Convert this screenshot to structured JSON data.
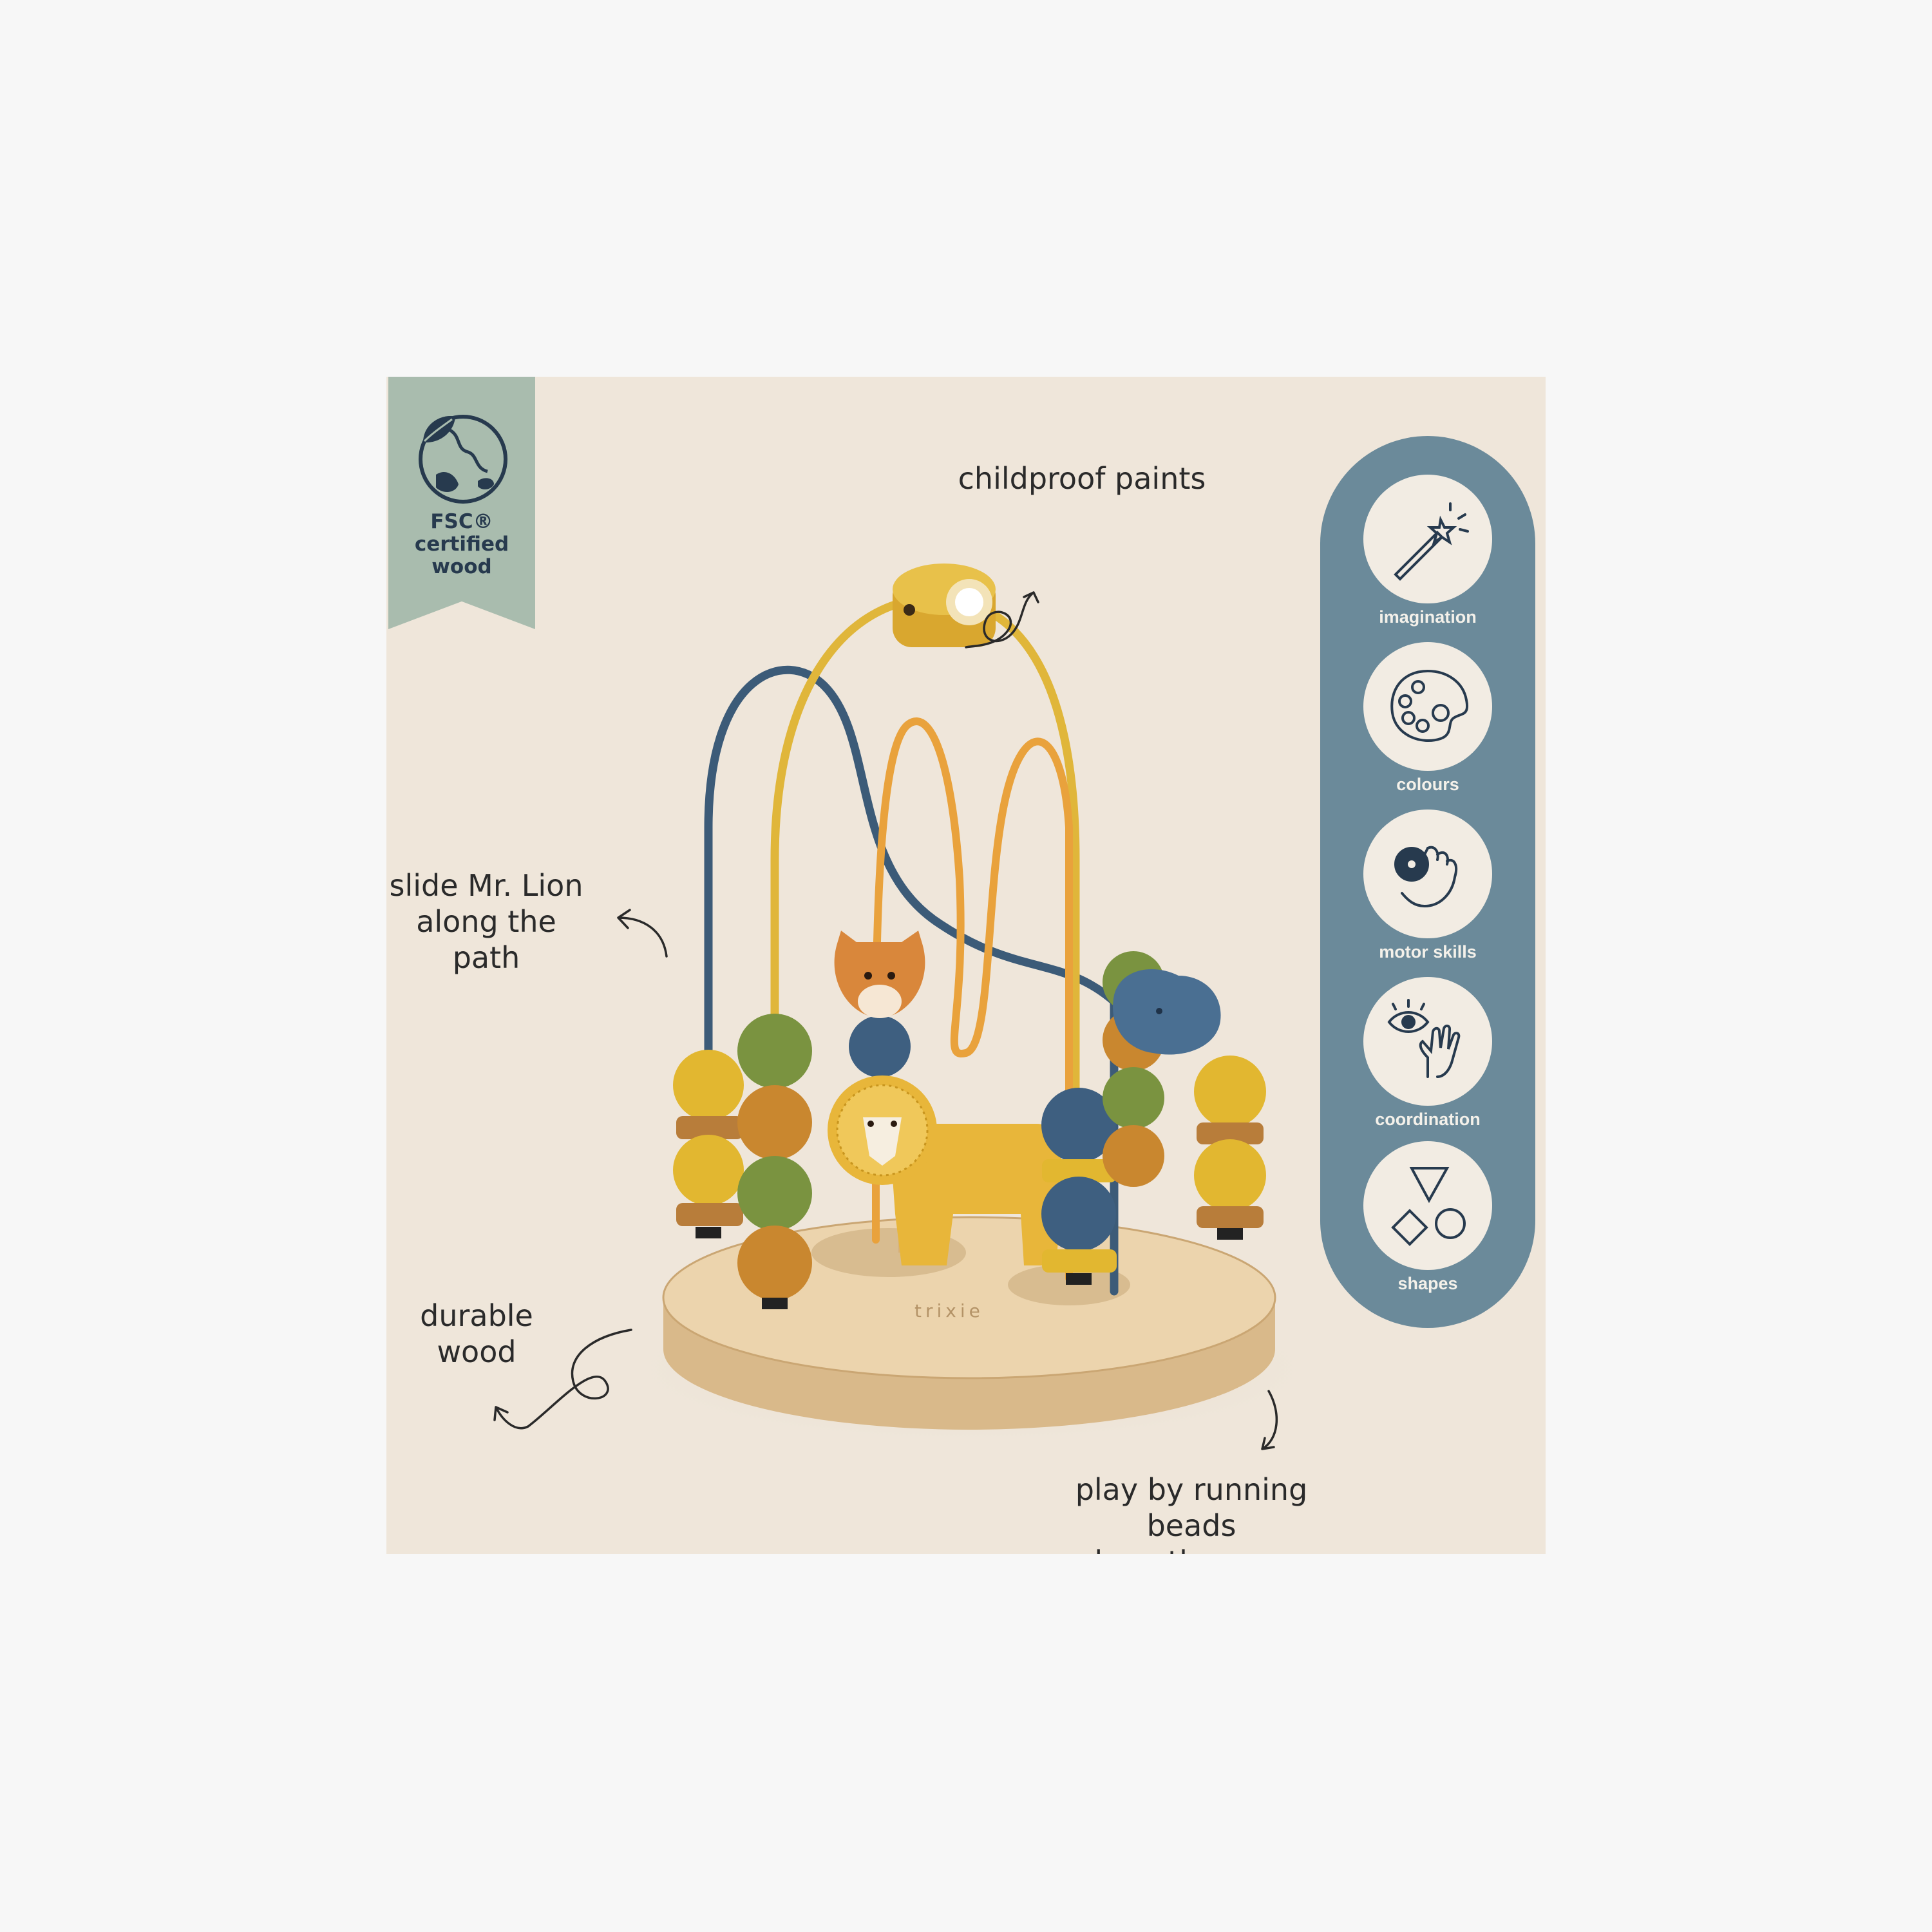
{
  "badge": {
    "text": "FSC®\ncertified\nwood",
    "icon": "globe-leaf-icon",
    "color": "#a9bcae"
  },
  "callouts": {
    "childproof": "childproof paints",
    "slide": "slide Mr. Lion\nalong the path",
    "durable": "durable\nwood",
    "play": "play by running  beads\nalong the maze"
  },
  "product": {
    "brand_mark": "trixie"
  },
  "benefits": {
    "color": "#6b8a9a",
    "items": [
      {
        "label": "imagination",
        "icon": "magic-wand-icon"
      },
      {
        "label": "colours",
        "icon": "paint-palette-icon"
      },
      {
        "label": "motor skills",
        "icon": "hand-grab-icon"
      },
      {
        "label": "coordination",
        "icon": "eye-hand-icon"
      },
      {
        "label": "shapes",
        "icon": "shapes-icon"
      }
    ]
  }
}
